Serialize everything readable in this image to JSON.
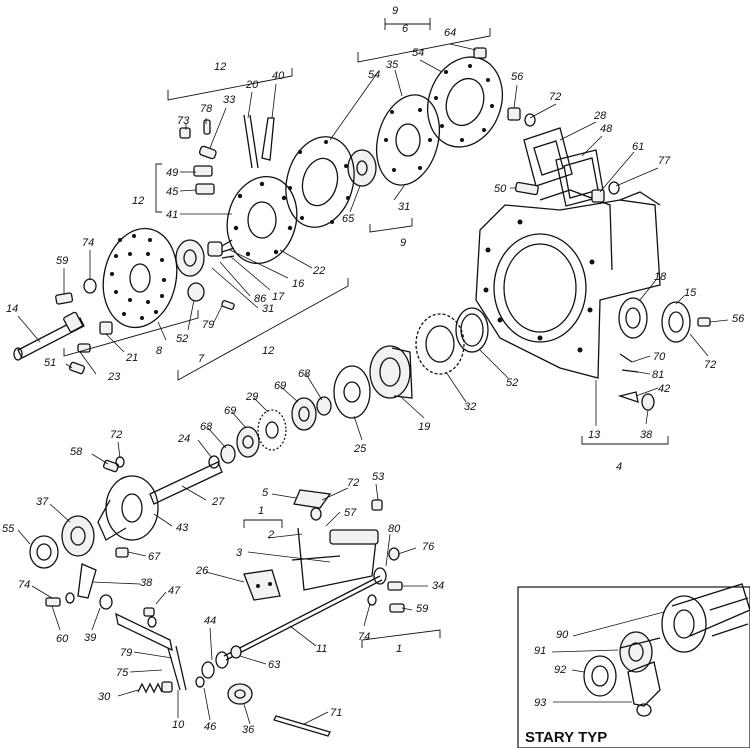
{
  "labels": [
    "9",
    "6",
    "64",
    "12",
    "54",
    "35",
    "54",
    "56",
    "72",
    "40",
    "20",
    "78",
    "33",
    "73",
    "28",
    "48",
    "49",
    "45",
    "12",
    "41",
    "61",
    "77",
    "50",
    "74",
    "59",
    "22",
    "65",
    "31",
    "9",
    "14",
    "86",
    "17",
    "16",
    "31",
    "52",
    "79",
    "21",
    "8",
    "23",
    "51",
    "7",
    "12",
    "15",
    "18",
    "56",
    "70",
    "81",
    "72",
    "42",
    "52",
    "68",
    "69",
    "29",
    "32",
    "19",
    "25",
    "13",
    "38",
    "72",
    "24",
    "68",
    "69",
    "58",
    "27",
    "4",
    "37",
    "43",
    "53",
    "72",
    "5",
    "57",
    "55",
    "1",
    "2",
    "80",
    "67",
    "76",
    "3",
    "26",
    "38",
    "34",
    "74",
    "47",
    "59",
    "60",
    "39",
    "44",
    "11",
    "74",
    "1",
    "79",
    "75",
    "63",
    "30",
    "10",
    "46",
    "36",
    "71",
    "90",
    "91",
    "92",
    "93"
  ],
  "inset": {
    "title": "STARY TYP"
  }
}
